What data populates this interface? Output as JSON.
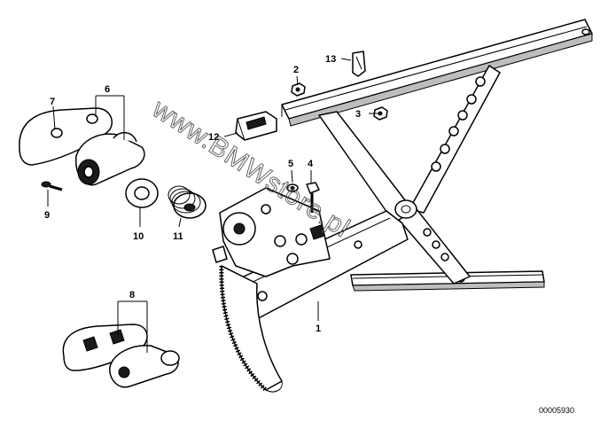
{
  "watermark": "www.BMWstore.pl",
  "drawing_code": "00005930",
  "callouts": {
    "c1": "1",
    "c2": "2",
    "c3": "3",
    "c4": "4",
    "c5": "5",
    "c6": "6",
    "c7": "7",
    "c8": "8",
    "c9": "9",
    "c10": "10",
    "c11": "11",
    "c12": "12",
    "c13": "13"
  }
}
